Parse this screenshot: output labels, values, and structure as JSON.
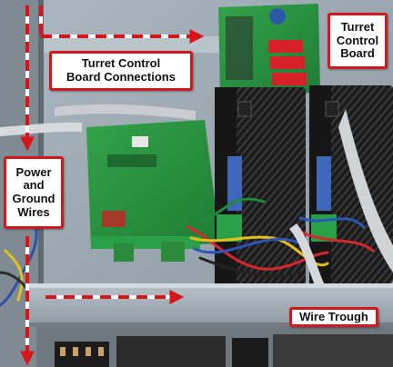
{
  "labels": {
    "turret_control_board_connections": "Turret Control\nBoard Connections",
    "turret_control_board": "Turret\nControl\nBoard",
    "power_and_ground_wires": "Power\nand\nGround\nWires",
    "wire_trough": "Wire Trough"
  },
  "colors": {
    "label_border": "#d6161b",
    "arrow": "#d6161b",
    "arrow_dash": "#ffffff"
  }
}
